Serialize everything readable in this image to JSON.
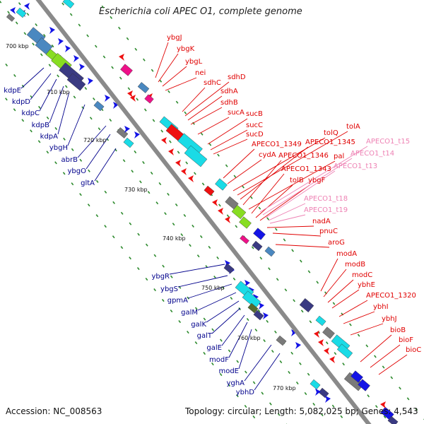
{
  "title": "Escherichia coli APEC O1, complete genome",
  "footer": {
    "accession": "Accession: NC_008563",
    "topology": "Topology: circular; Length: 5,082,025 bp; Genes: 4,543"
  },
  "colors": {
    "backbone": "#8a8a8a",
    "tick": "#2e8b2e",
    "forward_label": "#00008b",
    "reverse_label": "#e00000",
    "rna_label": "#ee82b4",
    "blue": "#1414e6",
    "navy": "#3a3a82",
    "red": "#ee1111",
    "cyan": "#1adbe6",
    "gray": "#7a7a7a",
    "lime": "#88dd22",
    "magenta": "#ee1188",
    "steel": "#4a88c0",
    "olive": "#556b2f"
  },
  "kbp_labels": [
    "700 kbp",
    "710 kbp",
    "720 kbp",
    "730 kbp",
    "740 kbp",
    "750 kbp",
    "760 kbp",
    "770 kbp"
  ],
  "forward_genes": [
    "kdpE",
    "kdpD",
    "kdpC",
    "kdpB",
    "kdpA",
    "ybgH",
    "abrB",
    "ybgO",
    "gltA",
    "ybgR",
    "ybgS",
    "gpmA",
    "galM",
    "galK",
    "galT",
    "galE",
    "modF",
    "modE",
    "yghA",
    "ybhD"
  ],
  "reverse_genes": [
    "ybgJ",
    "ybgK",
    "ybgL",
    "nei",
    "sdhC",
    "sdhD",
    "sdhA",
    "sdhB",
    "sucA",
    "sucB",
    "sucC",
    "sucD",
    "APECO1_1349",
    "cydA",
    "tolQ",
    "tolA",
    "APECO1_1345",
    "APECO1_1346",
    "pal",
    "APECO1_1343",
    "tolB",
    "ybgF",
    "nadA",
    "pnuC",
    "aroG",
    "modA",
    "modB",
    "modC",
    "ybhE",
    "APECO1_1320",
    "ybhI",
    "ybhJ",
    "bioB",
    "bioF",
    "bioC"
  ],
  "rna_genes": [
    "APECO1_t15",
    "APECO1_t14",
    "APECO1_t13",
    "APECO1_t18",
    "APECO1_t19"
  ]
}
